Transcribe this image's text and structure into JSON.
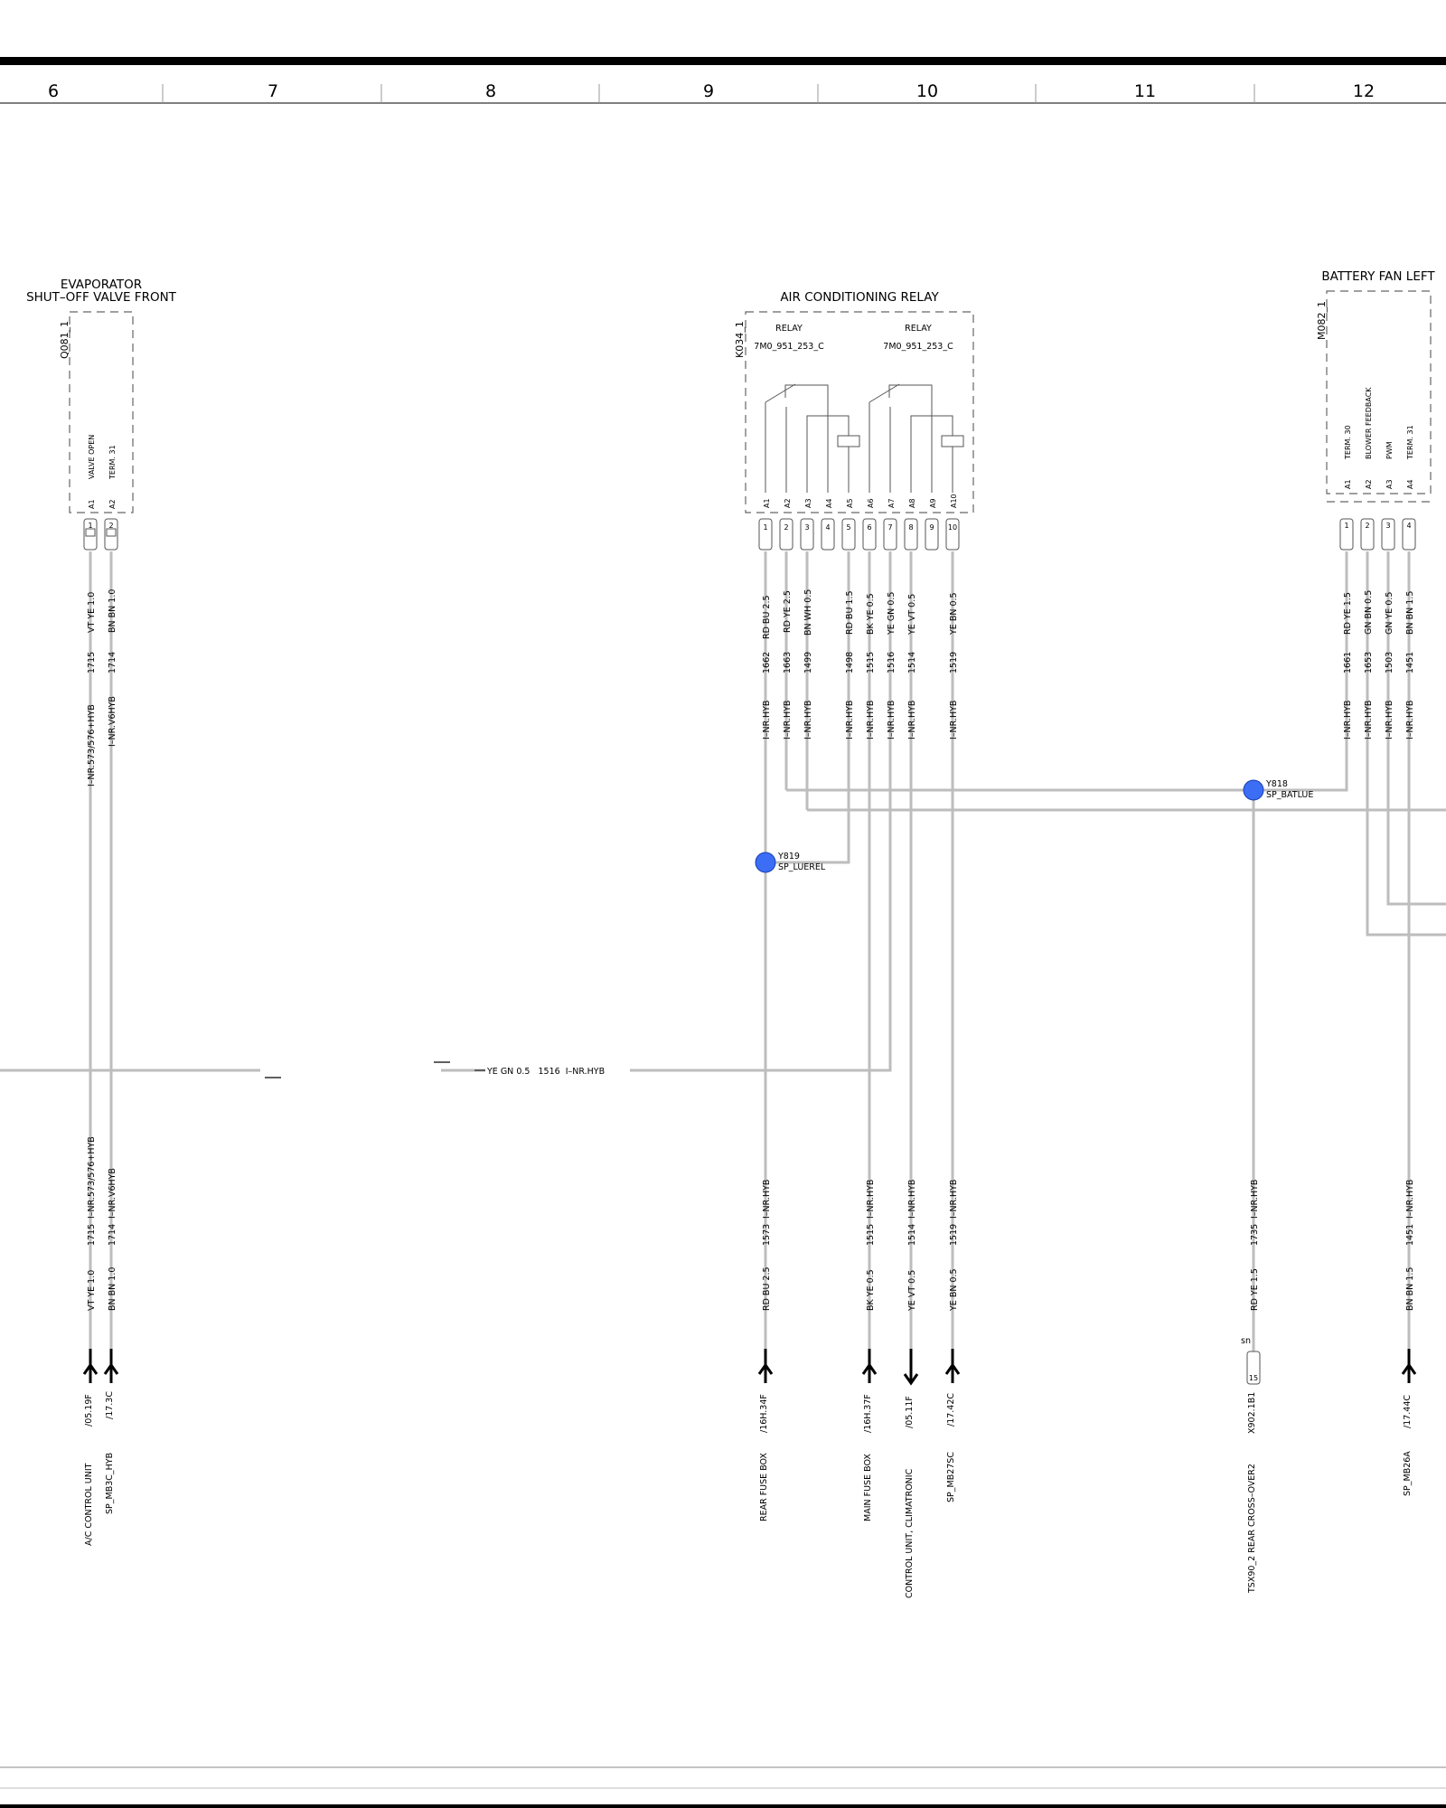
{
  "grid": {
    "columns": [
      "6",
      "7",
      "8",
      "9",
      "10",
      "11",
      "12"
    ]
  },
  "components": {
    "q081": {
      "id": "Q081_1",
      "title_line1": "EVAPORATOR",
      "title_line2": "SHUT–OFF VALVE FRONT",
      "pins": [
        {
          "name": "A1",
          "label": "VALVE OPEN",
          "num": "1"
        },
        {
          "name": "A2",
          "label": "TERM. 31",
          "num": "2"
        }
      ]
    },
    "k034": {
      "id": "K034_1",
      "title": "AIR CONDITIONING RELAY",
      "relay1": {
        "label": "RELAY",
        "part": "7M0_951_253_C"
      },
      "relay2": {
        "label": "RELAY",
        "part": "7M0_951_253_C"
      },
      "pins": [
        "A1",
        "A2",
        "A3",
        "A4",
        "A5",
        "A6",
        "A7",
        "A8",
        "A9",
        "A10"
      ],
      "nums": [
        "1",
        "2",
        "3",
        "4",
        "5",
        "6",
        "7",
        "8",
        "9",
        "10"
      ]
    },
    "m082": {
      "id": "M082_1",
      "title": "BATTERY FAN LEFT",
      "pins": [
        {
          "name": "A1",
          "label": "TERM. 30",
          "num": "1"
        },
        {
          "name": "A2",
          "label": "BLOWER FEEDBACK",
          "num": "2"
        },
        {
          "name": "A3",
          "label": "PWM",
          "num": "3"
        },
        {
          "name": "A4",
          "label": "TERM. 31",
          "num": "4"
        }
      ]
    }
  },
  "upper_wires": [
    {
      "color": "VT YE 1.0",
      "num": "1715",
      "circuit": "I–NR.573/576+HYB"
    },
    {
      "color": "BN BN 1.0",
      "num": "1714",
      "circuit": "I–NR.V6HYB"
    },
    {
      "color": "RD BU 2.5",
      "num": "1662",
      "circuit": "I–NR.HYB"
    },
    {
      "color": "RD YE 2.5",
      "num": "1663",
      "circuit": "I–NR.HYB"
    },
    {
      "color": "BN WH 0.5",
      "num": "1499",
      "circuit": "I–NR.HYB"
    },
    {
      "color": "RD BU 1.5",
      "num": "1498",
      "circuit": "I–NR.HYB"
    },
    {
      "color": "BK YE 0.5",
      "num": "1515",
      "circuit": "I–NR.HYB"
    },
    {
      "color": "YE GN 0.5",
      "num": "1516",
      "circuit": "I–NR.HYB"
    },
    {
      "color": "YE VT 0.5",
      "num": "1514",
      "circuit": "I–NR.HYB"
    },
    {
      "color": "YE BN 0.5",
      "num": "1519",
      "circuit": "I–NR.HYB"
    },
    {
      "color": "RD YE 1.5",
      "num": "1661",
      "circuit": "I–NR.HYB"
    },
    {
      "color": "GN BN 0.5",
      "num": "1653",
      "circuit": "I–NR.HYB"
    },
    {
      "color": "GN YE 0.5",
      "num": "1503",
      "circuit": "I–NR.HYB"
    },
    {
      "color": "BN BN 1.5",
      "num": "1451",
      "circuit": "I–NR.HYB"
    }
  ],
  "lower_wires": [
    {
      "color": "VT YE 1.0",
      "num": "1715",
      "circuit": "I–NR.573/576+HYB"
    },
    {
      "color": "BN BN 1.0",
      "num": "1714",
      "circuit": "I–NR.V6HYB"
    },
    {
      "color": "RD BU 2.5",
      "num": "1573",
      "circuit": "I–NR.HYB"
    },
    {
      "color": "BK YE 0.5",
      "num": "1515",
      "circuit": "I–NR.HYB"
    },
    {
      "color": "YE VT 0.5",
      "num": "1514",
      "circuit": "I–NR.HYB"
    },
    {
      "color": "YE BN 0.5",
      "num": "1519",
      "circuit": "I–NR.HYB"
    },
    {
      "color": "RD YE 1.5",
      "num": "1735",
      "circuit": "I–NR.HYB"
    },
    {
      "color": "BN BN 1.5",
      "num": "1451",
      "circuit": "I–NR.HYB"
    }
  ],
  "horizontal_wire": {
    "label": "YE GN 0.5   1516  I–NR.HYB"
  },
  "splices": [
    {
      "id": "Y818",
      "name": "SP_BATLUE"
    },
    {
      "id": "Y819",
      "name": "SP_LUEREL"
    }
  ],
  "connector_x902": {
    "prefix": "sn",
    "pin": "15",
    "label": "X902.1B1"
  },
  "references": [
    {
      "ref": "/05.19F",
      "dest": "A/C CONTROL UNIT"
    },
    {
      "ref": "/17.3C",
      "dest": "SP_MB3C_HYB"
    },
    {
      "ref": "/16H.34F",
      "dest": "REAR FUSE BOX"
    },
    {
      "ref": "/16H.37F",
      "dest": "MAIN FUSE BOX"
    },
    {
      "ref": "/05.11F",
      "dest": "CONTROL UNIT, CLIMATRONIC"
    },
    {
      "ref": "/17.42C",
      "dest": "SP_MB27SC"
    },
    {
      "ref": "X902.1B1",
      "dest": "TSX90_2 REAR CROSS–OVER2"
    },
    {
      "ref": "/17.44C",
      "dest": "SP_MB26A"
    }
  ],
  "colors": {
    "wire": "#bdbdbd",
    "splice": "#3b6ef5",
    "frame": "#000000",
    "dashed_box": "#666666"
  }
}
